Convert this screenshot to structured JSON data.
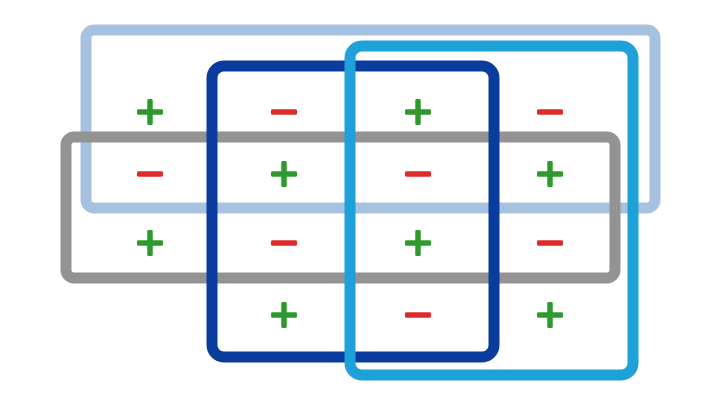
{
  "grid": {
    "rows": [
      [
        "+",
        "−",
        "+",
        "−"
      ],
      [
        "−",
        "+",
        "−",
        "+"
      ],
      [
        "+",
        "−",
        "+",
        "−"
      ],
      [
        null,
        "+",
        "−",
        "+"
      ]
    ]
  },
  "regions": [
    {
      "id": "light-blue",
      "color": "#a7c2e0",
      "covers_rows": [
        0,
        1
      ],
      "covers_cols": [
        0,
        1,
        2,
        3
      ]
    },
    {
      "id": "gray",
      "color": "#939393",
      "covers_rows": [
        1,
        2
      ],
      "covers_cols": [
        0,
        1,
        2,
        3
      ]
    },
    {
      "id": "dark-blue",
      "color": "#0a3c9e",
      "covers_rows": [
        0,
        1,
        2,
        3
      ],
      "covers_cols": [
        1,
        2
      ]
    },
    {
      "id": "cyan",
      "color": "#1ea0d8",
      "covers_rows": [
        0,
        1,
        2,
        3
      ],
      "covers_cols": [
        2,
        3
      ]
    }
  ],
  "colors": {
    "plus": "#2e9a2e",
    "minus": "#dd2b2b",
    "background": "#ffffff"
  }
}
